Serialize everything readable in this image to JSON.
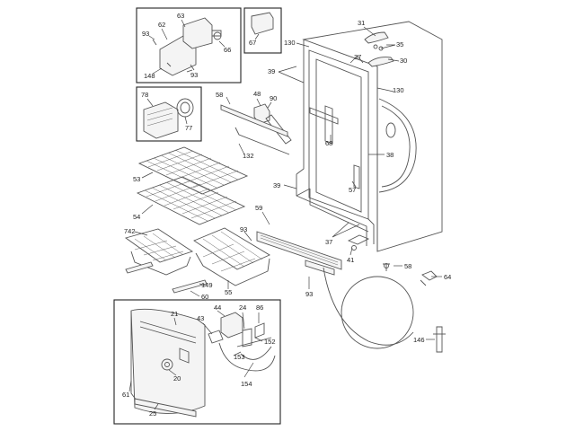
{
  "labels": {
    "l31": "31",
    "l35": "35",
    "l30": "30",
    "l37": "37",
    "l130a": "130",
    "l130b": "130",
    "l39a": "39",
    "l39b": "39",
    "l68": "68",
    "l38": "38",
    "l57": "57",
    "l48": "48",
    "l90": "90",
    "l58a": "58",
    "l132": "132",
    "l59": "59",
    "l93a": "93",
    "l37b": "37",
    "l41": "41",
    "l58b": "58",
    "l64": "64",
    "l93b": "93",
    "l146": "146",
    "l53": "53",
    "l54": "54",
    "l742": "742",
    "l55": "55",
    "l149": "149",
    "l60": "60",
    "l62": "62",
    "l63": "63",
    "l93c": "93",
    "l66": "66",
    "l148": "148",
    "l93d": "93",
    "l67": "67",
    "l78": "78",
    "l77": "77",
    "l21": "21",
    "l44": "44",
    "l43": "43",
    "l24": "24",
    "l86": "86",
    "l152": "152",
    "l153": "153",
    "l20": "20",
    "l154": "154",
    "l61": "61",
    "l25": "25"
  }
}
